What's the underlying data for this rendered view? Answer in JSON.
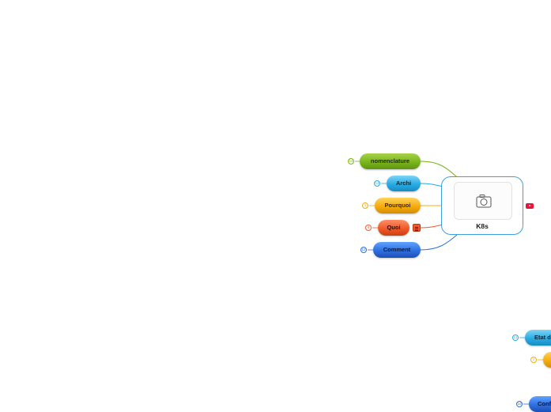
{
  "central": {
    "label": "K8s"
  },
  "left_topics": [
    {
      "label": "nomenclature",
      "count": "14",
      "color": "#79b51c"
    },
    {
      "label": "Archi",
      "count": "13",
      "color": "#29abe2"
    },
    {
      "label": "Pourquoi",
      "count": "1",
      "color": "#f4ac0f"
    },
    {
      "label": "Quoi",
      "count": "6",
      "color": "#ef5a2a"
    },
    {
      "label": "Comment",
      "count": "12",
      "color": "#2f6fe0"
    }
  ],
  "right_lower_topics": [
    {
      "label": "Etat d",
      "count": "11",
      "color": "#29abe2"
    },
    {
      "label": "",
      "count": "2",
      "color": "#f4ac0f"
    },
    {
      "label": "Conf",
      "count": "10",
      "color": "#2f6fe0"
    }
  ],
  "icons": {
    "central_image": "camera-icon",
    "video_link": "youtube-icon",
    "note": "note-icon"
  }
}
